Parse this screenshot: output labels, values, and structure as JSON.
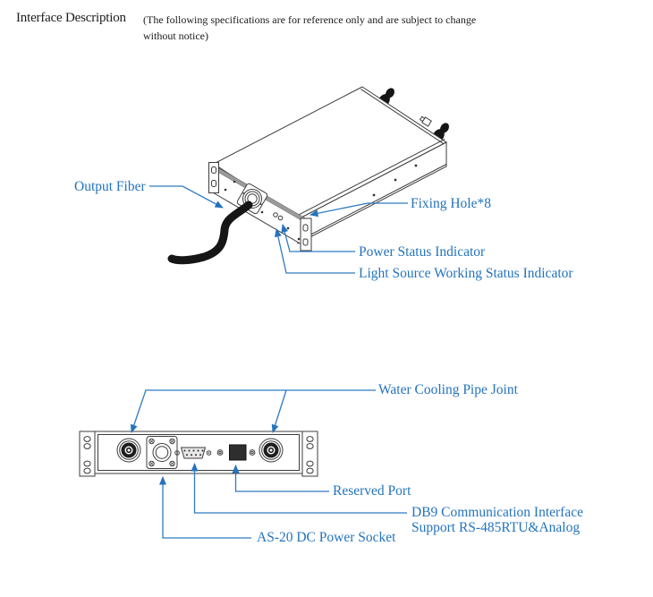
{
  "header": {
    "title": "Interface Description",
    "note_line1": "(The following specifications are for reference only and are subject to change",
    "note_line2": "without notice)"
  },
  "colors": {
    "label_blue": "#2473BC",
    "leader_blue": "#2E7BC2",
    "drawing_line": "#3d3d3d"
  },
  "top_diagram": {
    "labels": {
      "output_fiber": "Output Fiber",
      "fixing_hole": "Fixing Hole*8",
      "power_status": "Power Status Indicator",
      "light_source_status": "Light Source Working Status Indicator"
    }
  },
  "bottom_diagram": {
    "labels": {
      "water_cooling": "Water Cooling Pipe Joint",
      "reserved_port": "Reserved Port",
      "db9_line1": "DB9 Communication Interface",
      "db9_line2": "Support RS-485RTU&Analog",
      "power_socket": "AS-20 DC Power Socket"
    }
  }
}
